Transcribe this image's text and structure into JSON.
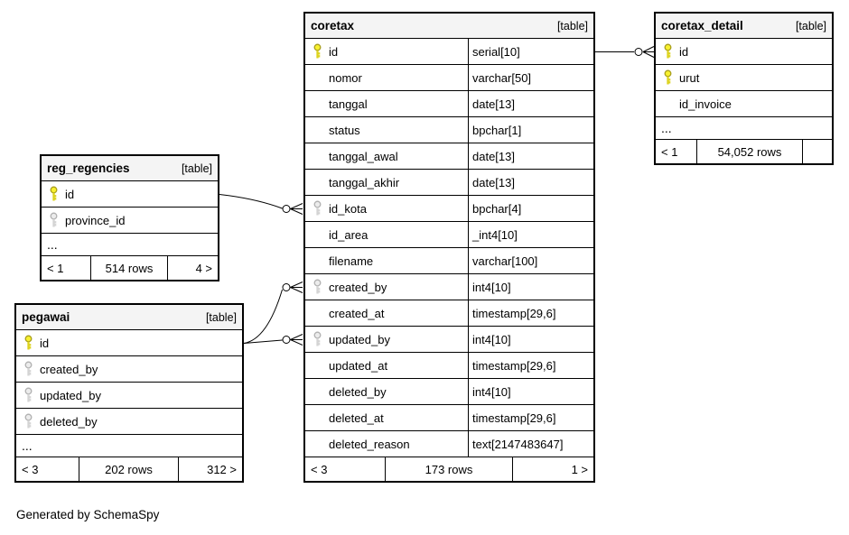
{
  "page": {
    "generated_by": "Generated by SchemaSpy"
  },
  "tables": {
    "coretax": {
      "title": "coretax",
      "tag": "[table]",
      "columns": [
        {
          "name": "id",
          "type": "serial[10]",
          "key": "primary"
        },
        {
          "name": "nomor",
          "type": "varchar[50]",
          "key": "none"
        },
        {
          "name": "tanggal",
          "type": "date[13]",
          "key": "none"
        },
        {
          "name": "status",
          "type": "bpchar[1]",
          "key": "none"
        },
        {
          "name": "tanggal_awal",
          "type": "date[13]",
          "key": "none"
        },
        {
          "name": "tanggal_akhir",
          "type": "date[13]",
          "key": "none"
        },
        {
          "name": "id_kota",
          "type": "bpchar[4]",
          "key": "foreign"
        },
        {
          "name": "id_area",
          "type": "_int4[10]",
          "key": "none"
        },
        {
          "name": "filename",
          "type": "varchar[100]",
          "key": "none"
        },
        {
          "name": "created_by",
          "type": "int4[10]",
          "key": "foreign"
        },
        {
          "name": "created_at",
          "type": "timestamp[29,6]",
          "key": "none"
        },
        {
          "name": "updated_by",
          "type": "int4[10]",
          "key": "foreign"
        },
        {
          "name": "updated_at",
          "type": "timestamp[29,6]",
          "key": "none"
        },
        {
          "name": "deleted_by",
          "type": "int4[10]",
          "key": "none"
        },
        {
          "name": "deleted_at",
          "type": "timestamp[29,6]",
          "key": "none"
        },
        {
          "name": "deleted_reason",
          "type": "text[2147483647]",
          "key": "none"
        }
      ],
      "footer": {
        "left": "< 3",
        "center": "173 rows",
        "right": "1 >"
      }
    },
    "coretax_detail": {
      "title": "coretax_detail",
      "tag": "[table]",
      "columns": [
        {
          "name": "id",
          "key": "primary"
        },
        {
          "name": "urut",
          "key": "primary"
        },
        {
          "name": "id_invoice",
          "key": "none"
        }
      ],
      "ellipsis": "...",
      "footer": {
        "left": "< 1",
        "center": "54,052 rows",
        "right": ""
      }
    },
    "reg_regencies": {
      "title": "reg_regencies",
      "tag": "[table]",
      "columns": [
        {
          "name": "id",
          "key": "primary"
        },
        {
          "name": "province_id",
          "key": "foreign"
        }
      ],
      "ellipsis": "...",
      "footer": {
        "left": "< 1",
        "center": "514 rows",
        "right": "4 >"
      }
    },
    "pegawai": {
      "title": "pegawai",
      "tag": "[table]",
      "columns": [
        {
          "name": "id",
          "key": "primary"
        },
        {
          "name": "created_by",
          "key": "foreign"
        },
        {
          "name": "updated_by",
          "key": "foreign"
        },
        {
          "name": "deleted_by",
          "key": "foreign"
        }
      ],
      "ellipsis": "...",
      "footer": {
        "left": "< 3",
        "center": "202 rows",
        "right": "312 >"
      }
    }
  },
  "relationships": [
    {
      "from": "coretax.id",
      "to": "coretax_detail",
      "cardinality": "one-to-many"
    },
    {
      "from": "reg_regencies.id",
      "to": "coretax.id_kota",
      "cardinality": "one-to-many"
    },
    {
      "from": "pegawai.id",
      "to": "coretax.created_by",
      "cardinality": "one-to-many"
    },
    {
      "from": "pegawai.id",
      "to": "coretax.updated_by",
      "cardinality": "one-to-many"
    }
  ],
  "colors": {
    "primary_key": "#f8f12f",
    "foreign_key": "#ececec",
    "header_bg": "#f4f4f4",
    "border": "#000000"
  }
}
